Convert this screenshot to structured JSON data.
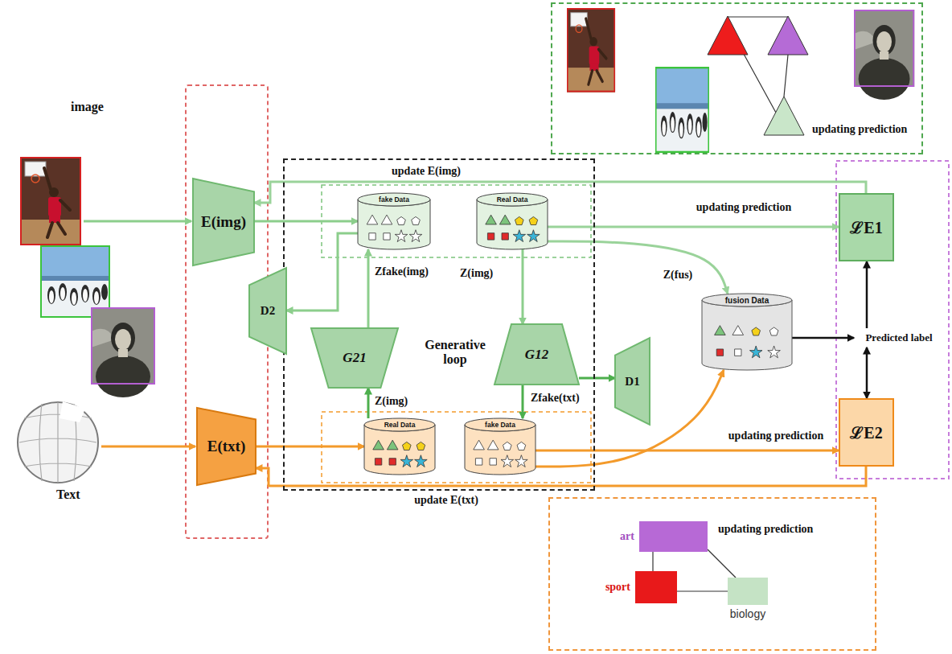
{
  "diagram": {
    "nodes": [
      {
        "text": [
          "E(img)"
        ]
      },
      {
        "text": [
          "E(txt)"
        ]
      },
      {
        "text": [
          "Generative loop"
        ]
      },
      {
        "text": [
          "fake Data"
        ],
        "in": 2
      },
      {
        "text": [
          "Real Data"
        ],
        "in": 2
      },
      {
        "text": [
          "D2"
        ]
      },
      {
        "text": [
          "G21"
        ],
        "in": 2
      },
      {
        "text": [
          "G12"
        ],
        "in": 2
      },
      {
        "text": [
          "D1"
        ]
      },
      {
        "text": [
          "Real Data"
        ],
        "in": 2
      },
      {
        "text": [
          "fake Data"
        ],
        "in": 2
      },
      {
        "text": [
          "fusion Data"
        ]
      },
      {
        "text": [
          "ℒE1"
        ]
      },
      {
        "text": [
          "Predicted label"
        ]
      },
      {
        "text": [
          "ℒE2"
        ]
      },
      {
        "text": [
          "updating prediction"
        ]
      },
      {
        "text": [
          "updating prediction"
        ]
      },
      {
        "text": [
          "art"
        ],
        "in": 16
      },
      {
        "text": [
          "sport"
        ],
        "in": 16
      },
      {
        "text": [
          "biology"
        ],
        "in": 16
      }
    ],
    "edges": [
      {
        "from": 0,
        "to": 3,
        "arrow": "to"
      },
      {
        "from": 1,
        "to": 9,
        "arrow": "to"
      },
      {
        "from": 4,
        "to": 7,
        "arrow": "to"
      },
      {
        "from": 7,
        "to": 10,
        "arrow": "to"
      },
      {
        "from": 7,
        "to": 8,
        "arrow": "to"
      },
      {
        "from": 9,
        "to": 6,
        "arrow": "to"
      },
      {
        "from": 6,
        "to": 3,
        "arrow": "to"
      },
      {
        "from": 3,
        "to": 5,
        "arrow": "to"
      },
      {
        "from": 4,
        "to": 12,
        "arrow": "to",
        "label": "updating prediction"
      },
      {
        "from": 10,
        "to": 14,
        "arrow": "to",
        "label": "updating prediction"
      },
      {
        "from": 4,
        "to": 11,
        "arrow": "to",
        "label": "Z(fus)"
      },
      {
        "from": 10,
        "to": 11,
        "arrow": "to"
      },
      {
        "from": 11,
        "to": 13,
        "arrow": "to"
      },
      {
        "from": 13,
        "to": 12,
        "arrow": "to"
      },
      {
        "from": 13,
        "to": 14,
        "arrow": "both"
      },
      {
        "from": 12,
        "to": 0,
        "arrow": "to",
        "label": "update E(img)"
      },
      {
        "from": 14,
        "to": 1,
        "arrow": "to",
        "label": "update E(txt)"
      },
      {
        "from": 17,
        "to": 18,
        "arrow": "none"
      },
      {
        "from": 17,
        "to": 19,
        "arrow": "none"
      },
      {
        "from": 18,
        "to": 19,
        "arrow": "none"
      }
    ],
    "labels": [
      "image",
      "Text",
      "Zfake(img)",
      "Z(img)",
      "Z(img)",
      "Zfake(txt)"
    ]
  }
}
